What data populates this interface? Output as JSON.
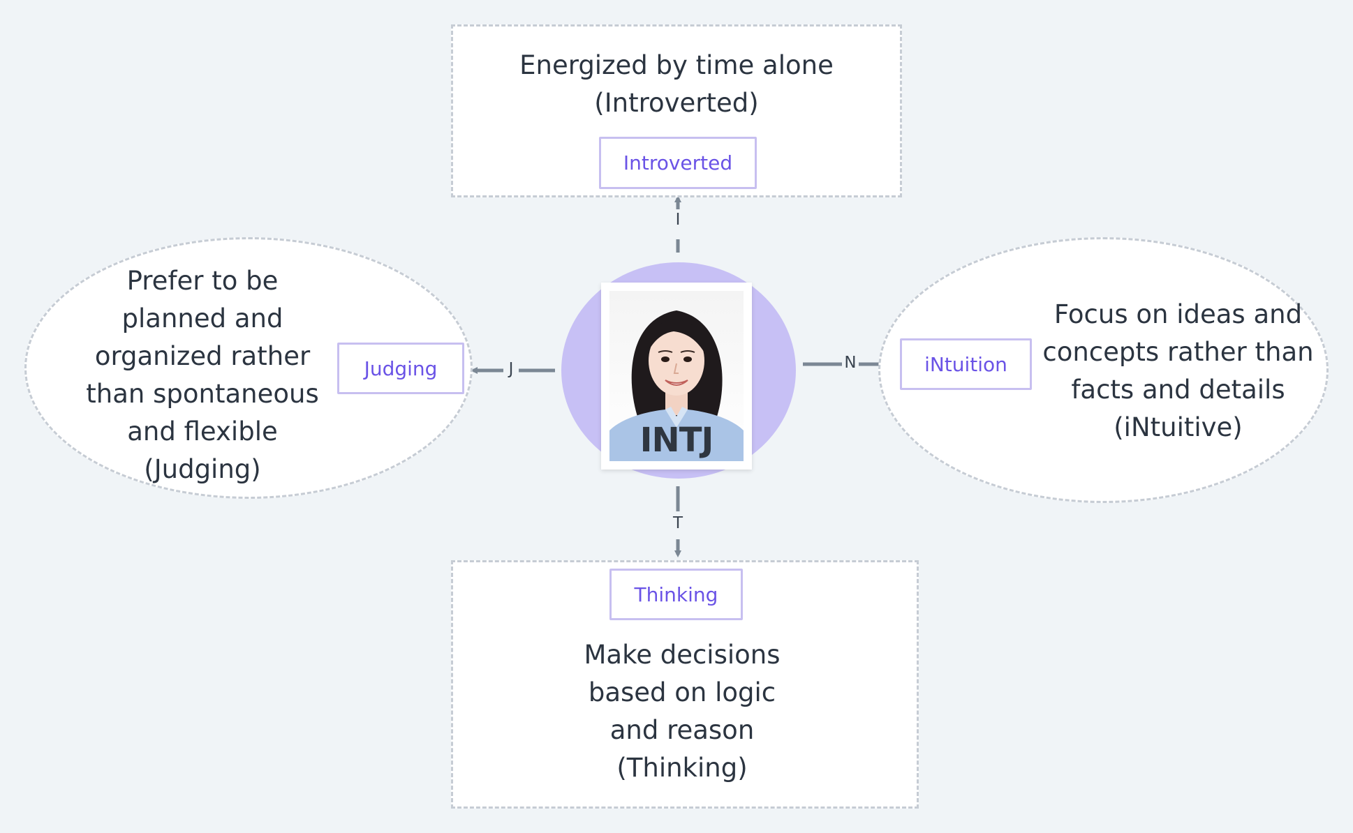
{
  "center": {
    "type": "INTJ",
    "photo_icon": "portrait-photo"
  },
  "top": {
    "description": "Energized by time alone\n(Introverted)",
    "tag": "Introverted",
    "connector": "I"
  },
  "left": {
    "description": "Prefer to be\nplanned and\norganized rather\nthan spontaneous\nand flexible\n(Judging)",
    "tag": "Judging",
    "connector": "J"
  },
  "right": {
    "description": "Focus on ideas and\nconcepts rather than\nfacts and details\n(iNtuitive)",
    "tag": "iNtuition",
    "connector": "N"
  },
  "bottom": {
    "description": "Make decisions\nbased on logic\nand reason\n(Thinking)",
    "tag": "Thinking",
    "connector": "T"
  },
  "colors": {
    "background": "#f0f4f7",
    "accent": "#6a53e6",
    "tag_border": "#c7bff0",
    "center_circle": "#c7c0f5",
    "connector": "#7b8794",
    "frame_border": "#c6ccd4"
  }
}
